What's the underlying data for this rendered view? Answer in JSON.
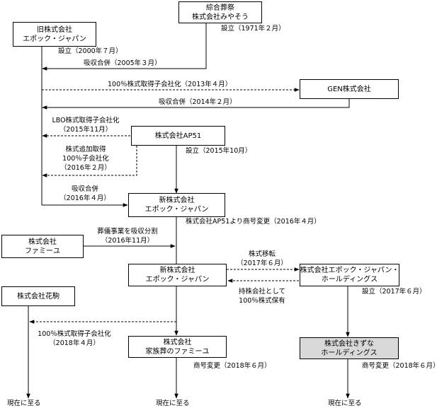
{
  "boxes": {
    "old_epoch": [
      "旧株式会社",
      "エポック・ジャパン"
    ],
    "miyasou": [
      "綜合葬祭",
      "株式会社みやそう"
    ],
    "gen": [
      "GEN株式会社"
    ],
    "ap51": [
      "株式会社AP51"
    ],
    "new_epoch_1": [
      "新株式会社",
      "エポック・ジャパン"
    ],
    "famiyu": [
      "株式会社",
      "ファミーユ"
    ],
    "new_epoch_2": [
      "新株式会社",
      "エポック・ジャパン"
    ],
    "epoch_hd": [
      "株式会社エポック・ジャパン・",
      "ホールディングス"
    ],
    "hanakoma": [
      "株式会社花駒"
    ],
    "kazokuso": [
      "株式会社",
      "家族葬のファミーユ"
    ],
    "kizuna": [
      "株式会社きずな",
      "ホールディングス"
    ]
  },
  "labels": {
    "est_1971": "設立（1971年２月）",
    "est_2000": "設立（2000年７月）",
    "merger_2005": "吸収合併（2005年３月）",
    "sub_2013": "100％株式取得子会社化（2013年４月）",
    "merger_2014": "吸収合併（2014年２月）",
    "lbo_2015": [
      "LBO株式取得子会社化",
      "（2015年11月）"
    ],
    "est_2015": "設立（2015年10月）",
    "add_2016": [
      "株式追加取得",
      "100％子会社化",
      "（2016年２月）"
    ],
    "merger_2016": [
      "吸収合併",
      "（2016年４月）"
    ],
    "rename_2016": "株式会社AP51より商号変更（2016年４月）",
    "split_2016": [
      "葬儀事業を吸収分割",
      "（2016年11月）"
    ],
    "transfer_2017": [
      "株式移転",
      "（2017年６月）"
    ],
    "hold_2017": [
      "持株会社として",
      "100％株式保有"
    ],
    "est_2017": "設立（2017年６月）",
    "sub_2018": [
      "100％株式取得子会社化",
      "（2018年４月）"
    ],
    "rename_2018_a": "商号変更（2018年６月）",
    "rename_2018_b": "商号変更（2018年６月）",
    "present_1": "現在に至る",
    "present_2": "現在に至る",
    "present_3": "現在に至る"
  }
}
